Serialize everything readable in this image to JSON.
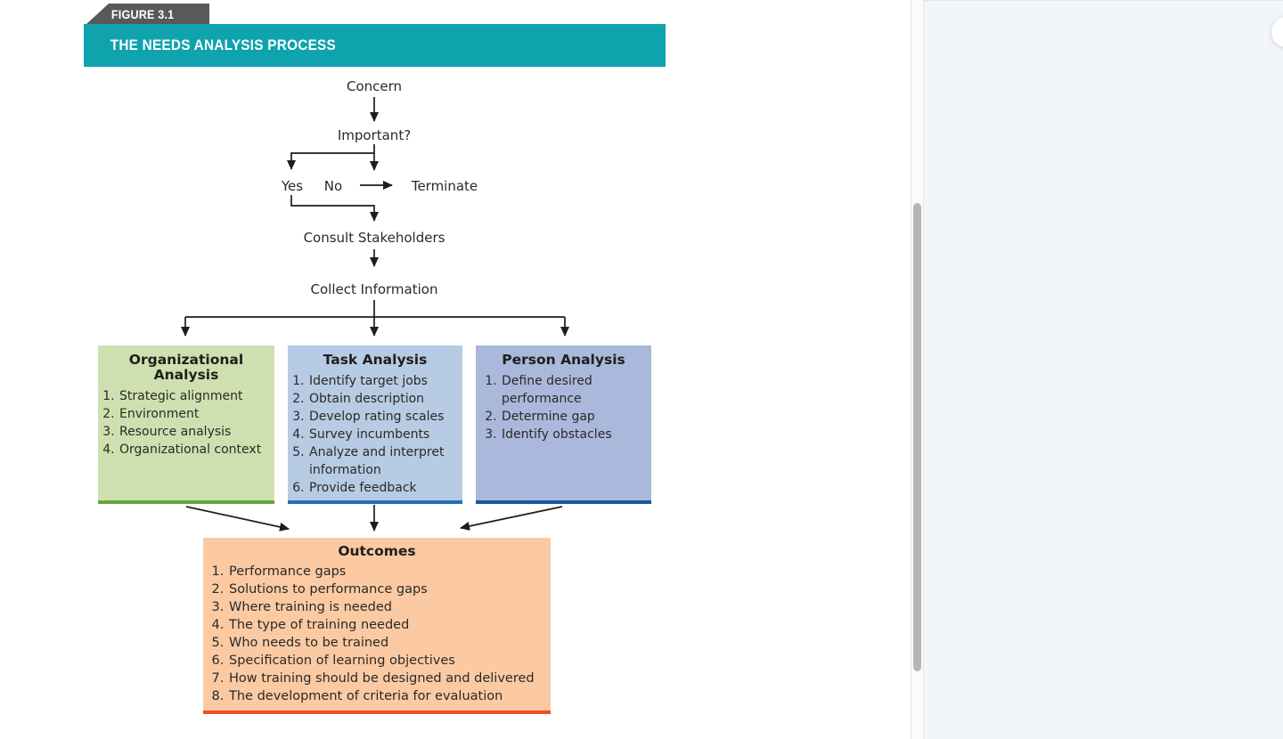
{
  "figure": {
    "tab_label": "FIGURE 3.1",
    "banner_title": "THE NEEDS ANALYSIS PROCESS",
    "tab_color": "#58595B",
    "banner_color": "#0FA3AE"
  },
  "flowchart": {
    "nodes": {
      "concern": "Concern",
      "important": "Important?",
      "yes": "Yes",
      "no": "No",
      "terminate": "Terminate",
      "consult": "Consult Stakeholders",
      "collect": "Collect Information"
    },
    "boxes": [
      {
        "title": "Organizational Analysis",
        "fill": "#CFE0B0",
        "accent": "#63A939",
        "items": [
          "Strategic alignment",
          "Environment",
          "Resource analysis",
          "Organizational context"
        ]
      },
      {
        "title": "Task Analysis",
        "fill": "#B7CBE4",
        "accent": "#2471B5",
        "items": [
          "Identify target jobs",
          "Obtain description",
          "Develop rating scales",
          "Survey incumbents",
          "Analyze and interpret information",
          "Provide feedback"
        ]
      },
      {
        "title": "Person Analysis",
        "fill": "#AAB8DB",
        "accent": "#1A57A5",
        "items": [
          "Define desired performance",
          "Determine gap",
          "Identify obstacles"
        ]
      },
      {
        "title": "Outcomes",
        "fill": "#FBCAA3",
        "accent": "#EE4E23",
        "items": [
          "Performance gaps",
          "Solutions to performance gaps",
          "Where training is needed",
          "The type of training needed",
          "Who needs to be trained",
          "Specification of learning objectives",
          "How training should be designed and delivered",
          "The development of criteria for evaluation"
        ]
      }
    ],
    "line_color": "#1d1d1b"
  }
}
